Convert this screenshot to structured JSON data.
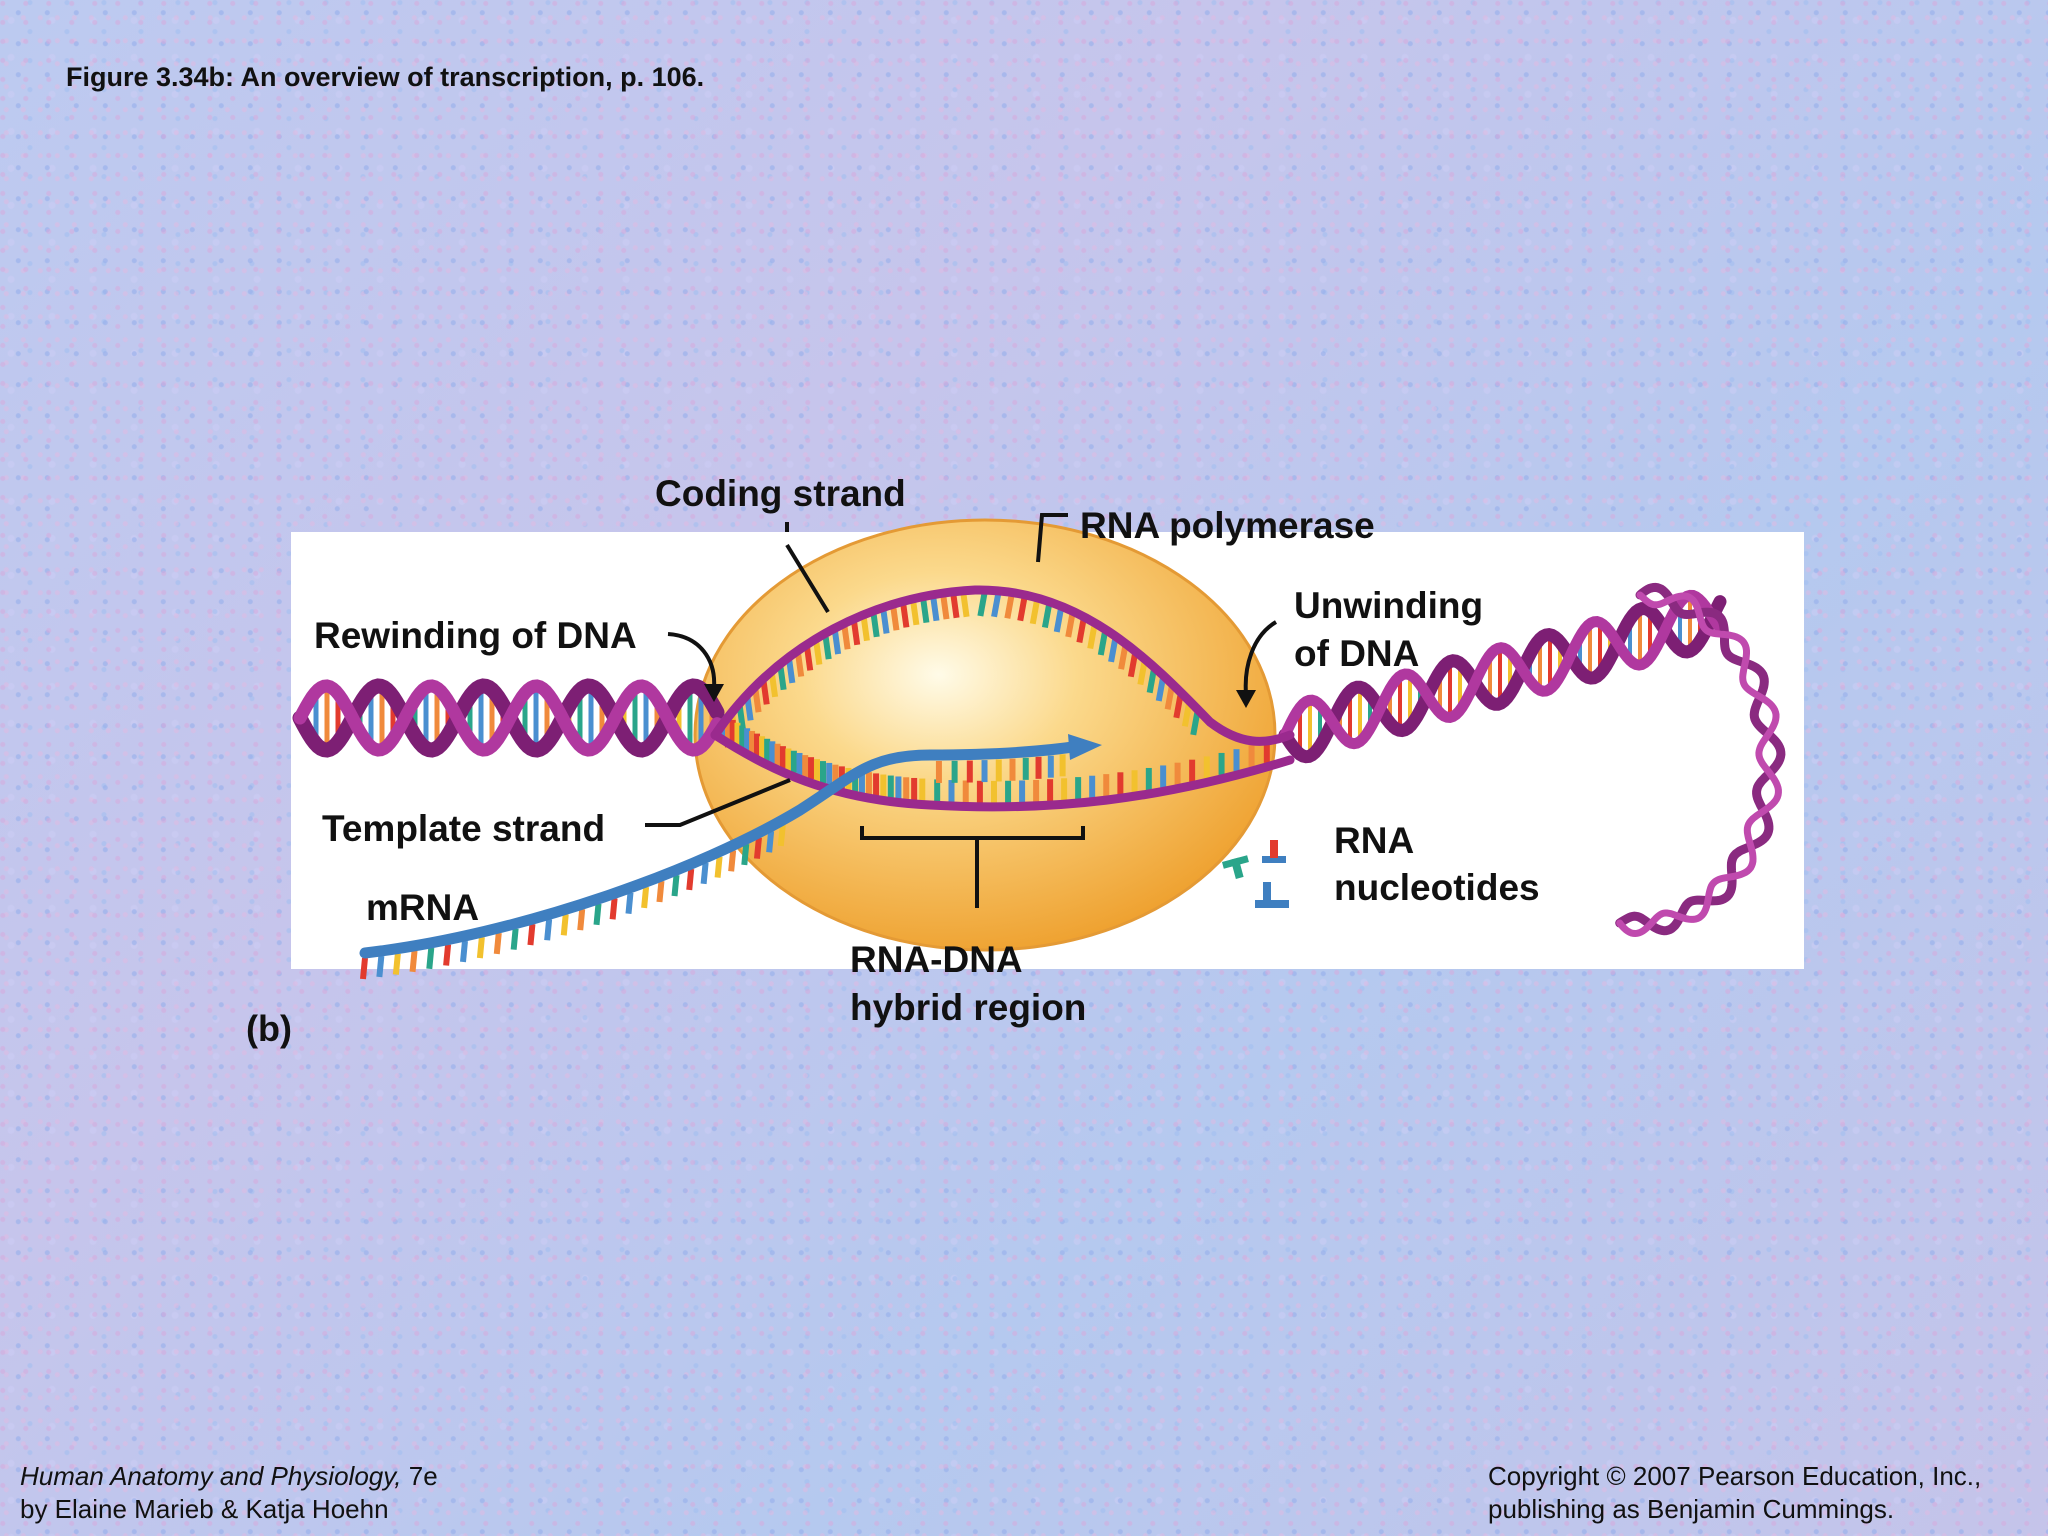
{
  "figure_title": "Figure 3.34b:  An overview of transcription, p. 106.",
  "panel_label": "(b)",
  "labels": {
    "coding_strand": "Coding strand",
    "rna_polymerase": "RNA polymerase",
    "rewinding_of_dna": "Rewinding of DNA",
    "unwinding_line1": "Unwinding",
    "unwinding_line2": "of DNA",
    "template_strand": "Template strand",
    "mrna": "mRNA",
    "rna_nucleotides_line1": "RNA",
    "rna_nucleotides_line2": "nucleotides",
    "hybrid_line1": "RNA-DNA",
    "hybrid_line2": "hybrid region"
  },
  "footer": {
    "book_title": "Human Anatomy and Physiology,",
    "edition": " 7e",
    "authors": "by Elaine Marieb & Katja Hoehn",
    "copyright_line1": "Copyright © 2007 Pearson Education, Inc.,",
    "copyright_line2": "publishing as Benjamin Cummings."
  },
  "colors": {
    "dna_backbone": "#9a2a8e",
    "mrna_backbone": "#3f7fc0",
    "polymerase_fill": "#f4b24a",
    "panel_background": "#ffffff",
    "base_colors": [
      "#e23b2e",
      "#f2c12e",
      "#2aa58a",
      "#4a8fd0",
      "#f08a3c"
    ]
  }
}
